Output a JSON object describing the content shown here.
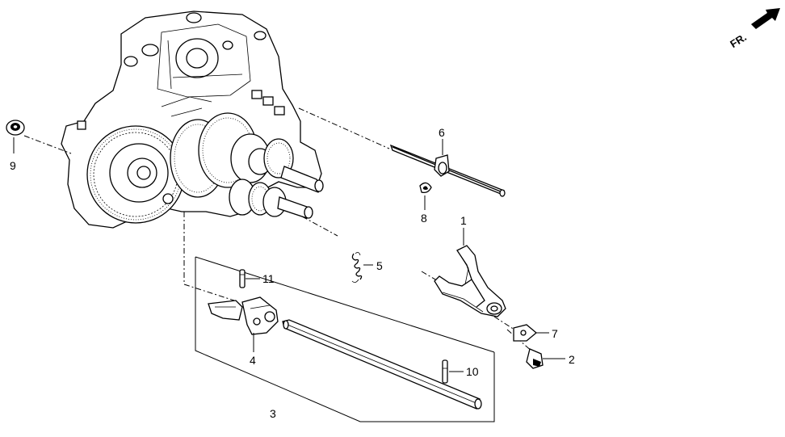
{
  "direction_label": "FR.",
  "callouts": [
    {
      "id": "1",
      "text": "1"
    },
    {
      "id": "2",
      "text": "2"
    },
    {
      "id": "3",
      "text": "3"
    },
    {
      "id": "4",
      "text": "4"
    },
    {
      "id": "5",
      "text": "5"
    },
    {
      "id": "6",
      "text": "6"
    },
    {
      "id": "7",
      "text": "7"
    },
    {
      "id": "8",
      "text": "8"
    },
    {
      "id": "9",
      "text": "9"
    },
    {
      "id": "10",
      "text": "10"
    },
    {
      "id": "11",
      "text": "11"
    }
  ]
}
